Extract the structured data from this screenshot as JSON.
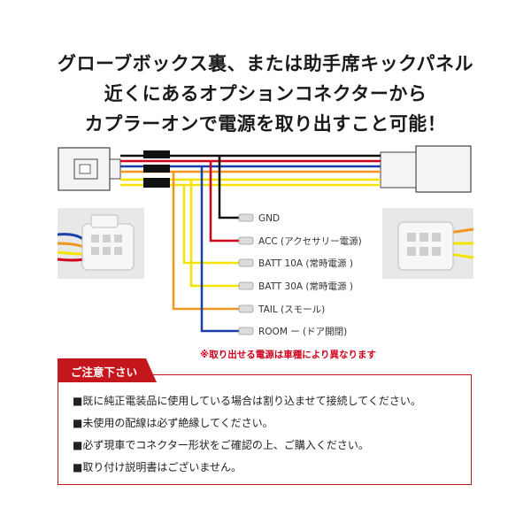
{
  "headline": {
    "line1": "グローブボックス裏、または助手席キックパネル",
    "line2": "近くにあるオプションコネクターから",
    "line3": "カプラーオンで電源を取り出すこと可能！"
  },
  "wires": [
    {
      "label": "GND",
      "color": "#111111"
    },
    {
      "label": "ACC (アクセサリー電源)",
      "color": "#d0021b"
    },
    {
      "label": "BATT 10A (常時電源 )",
      "color": "#f5e400"
    },
    {
      "label": "BATT 30A (常時電源 )",
      "color": "#f5e400"
    },
    {
      "label": "TAIL (スモール)",
      "color": "#f0961e"
    },
    {
      "label": "ROOM ー (ドア開閉)",
      "color": "#1a3fa8"
    }
  ],
  "note": "※取り出せる電源は車種により異なります",
  "caution": {
    "title": "ご注意下さい",
    "items": [
      "■既に純正電装品に使用している場合は割り込ませて接続してください。",
      "■未使用の配線は必ず絶縁してください。",
      "■必ず現車でコネクター形状をご確認の上、ご購入ください。",
      "■取り付け説明書はございません。"
    ]
  },
  "colors": {
    "accent_red": "#c6161d",
    "connector": "#f4f4f4"
  }
}
